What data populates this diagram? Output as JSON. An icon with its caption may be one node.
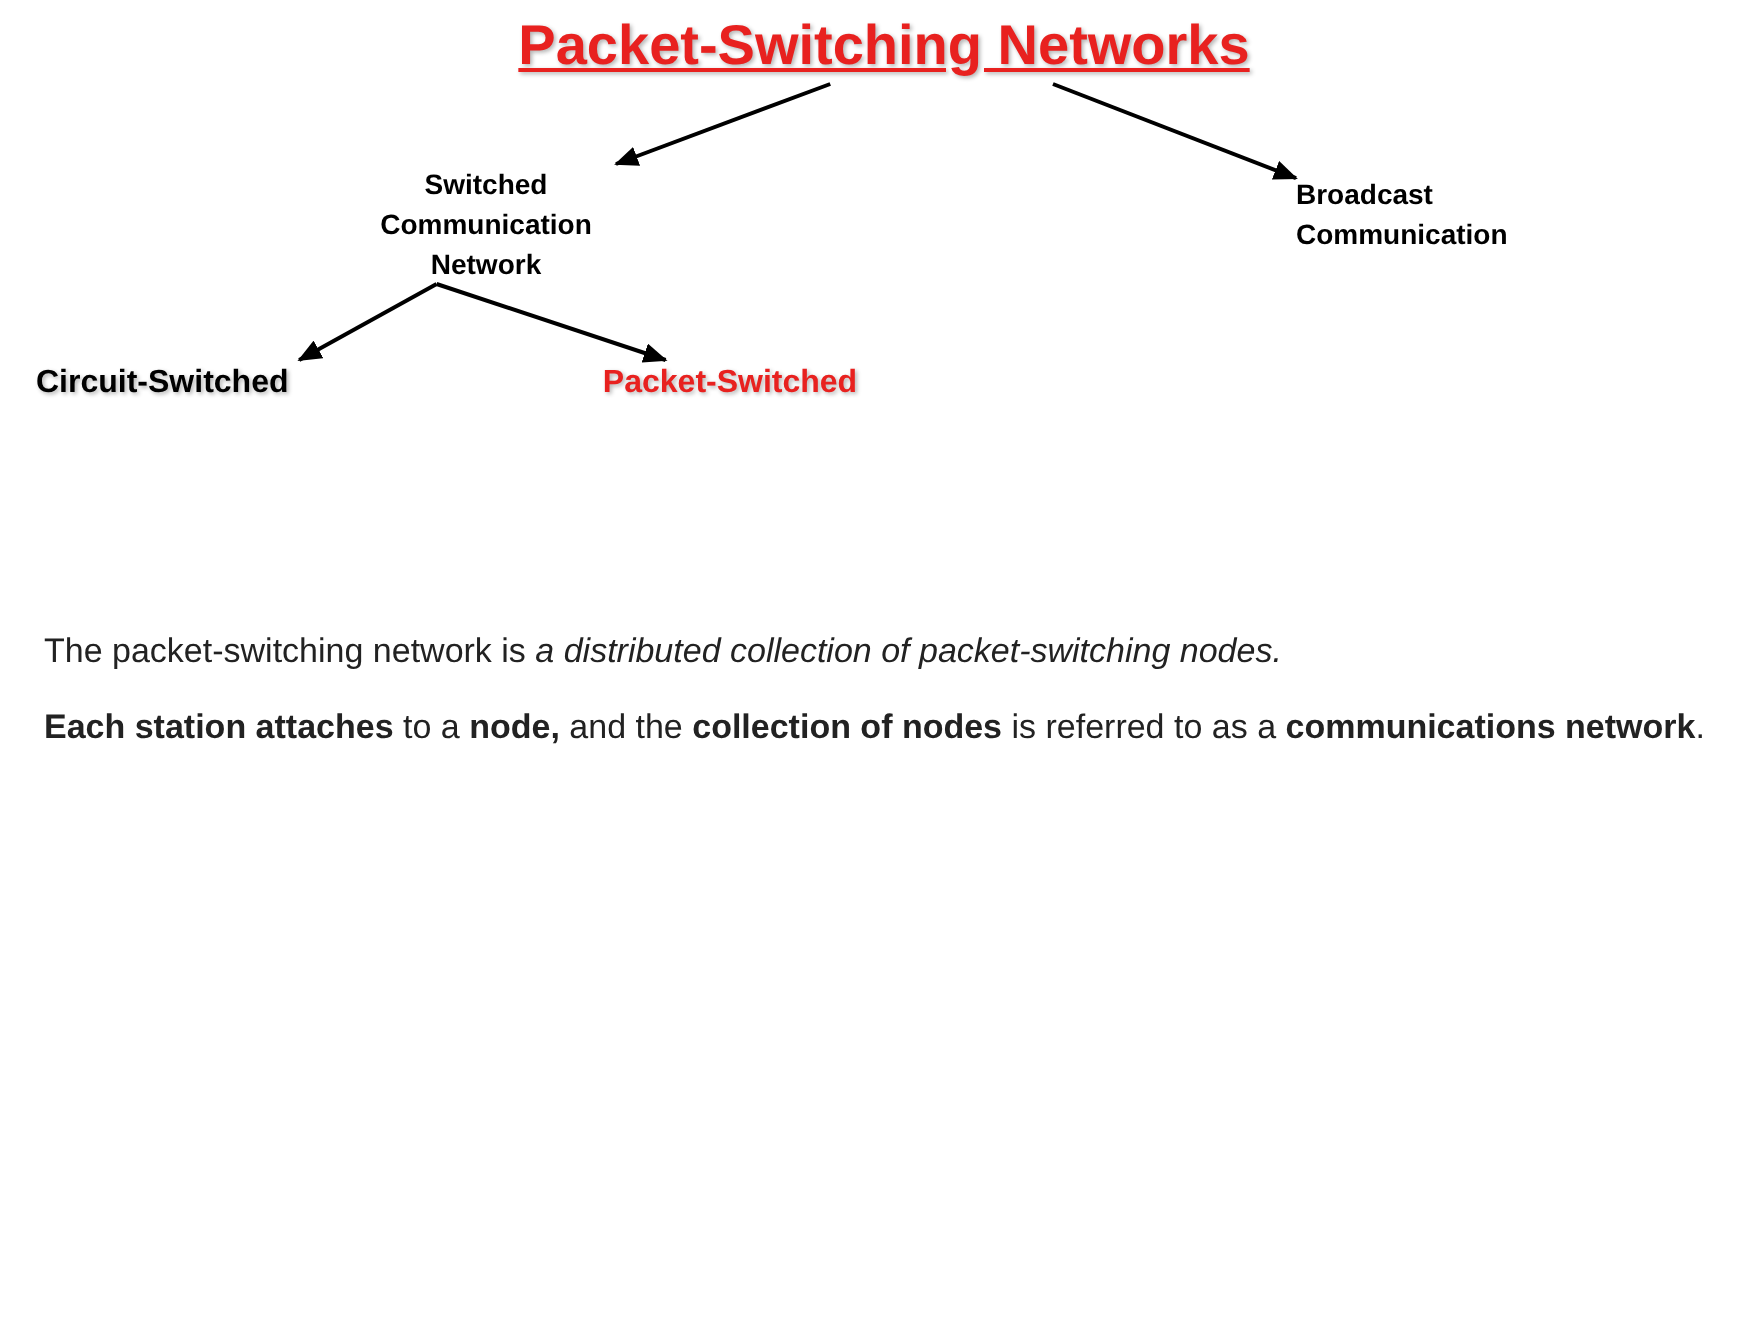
{
  "diagram": {
    "nodes": [
      {
        "text": [
          "Packet-Switching Networks"
        ]
      },
      {
        "text": [
          "Switched Communication Network"
        ]
      },
      {
        "text": [
          "Broadcast Communication"
        ]
      },
      {
        "text": [
          "Circuit-Switched"
        ]
      },
      {
        "text": [
          "Packet-Switched"
        ]
      }
    ],
    "edges": [
      {
        "from": 0,
        "to": 1,
        "arrow": "to"
      },
      {
        "from": 0,
        "to": 2,
        "arrow": "to"
      },
      {
        "from": 1,
        "to": 3,
        "arrow": "to"
      },
      {
        "from": 1,
        "to": 4,
        "arrow": "to"
      }
    ],
    "labels": [
      "The packet-switching network is *a distributed collection of packet-switching nodes.*",
      "**Each station attaches** to a **node,** and the **collection of nodes** is referred to as a **communications network**."
    ]
  }
}
